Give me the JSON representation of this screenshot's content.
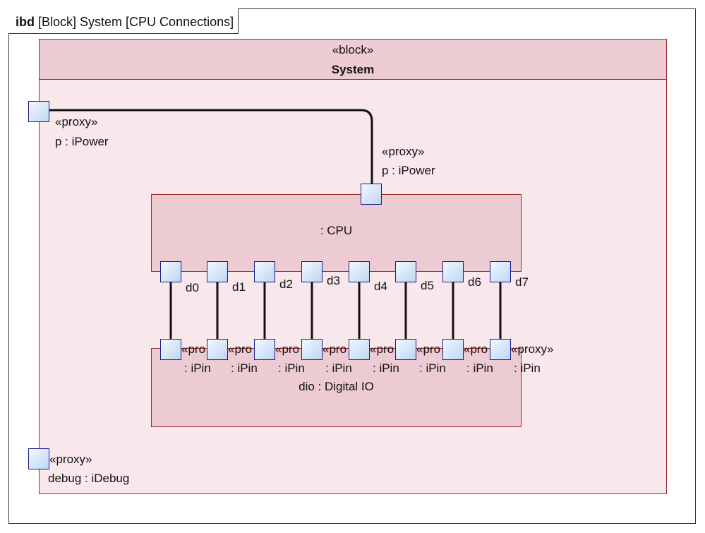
{
  "frame": {
    "kind": "ibd",
    "title": "[Block] System [CPU Connections]"
  },
  "system": {
    "stereotype": "«block»",
    "name": "System",
    "ports": [
      {
        "stereotype": "«proxy»",
        "label": "p : iPower"
      },
      {
        "stereotype": "«proxy»",
        "label": "debug : iDebug"
      }
    ]
  },
  "cpu": {
    "label": ": CPU",
    "power_port": {
      "stereotype": "«proxy»",
      "label": "p : iPower"
    },
    "pins": [
      "d0",
      "d1",
      "d2",
      "d3",
      "d4",
      "d5",
      "d6",
      "d7"
    ]
  },
  "dio": {
    "label": "dio : Digital IO",
    "pins": [
      {
        "stereotype": "«pro",
        "type": ": iPin"
      },
      {
        "stereotype": "«pro",
        "type": ": iPin"
      },
      {
        "stereotype": "«pro",
        "type": ": iPin"
      },
      {
        "stereotype": "«pro",
        "type": ": iPin"
      },
      {
        "stereotype": "«pro",
        "type": ": iPin"
      },
      {
        "stereotype": "«pro",
        "type": ": iPin"
      },
      {
        "stereotype": "«pro",
        "type": ": iPin"
      },
      {
        "stereotype": "«proxy»",
        "type": ": iPin"
      }
    ]
  },
  "colors": {
    "block_header": "#edcbd2",
    "block_body": "#f8e8ec",
    "block_border": "#9b2a2a",
    "port_border": "#1b1b8c"
  }
}
